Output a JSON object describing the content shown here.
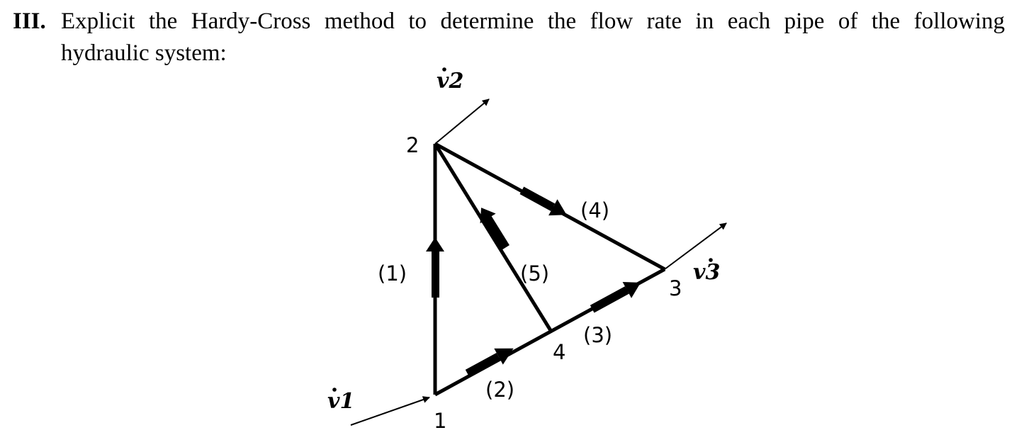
{
  "question": {
    "number": "III.",
    "line1": "Explicit the Hardy-Cross method to determine the flow rate in each pipe of the following",
    "line2": "hydraulic system:"
  },
  "diagram": {
    "nodes": [
      "1",
      "2",
      "3",
      "4"
    ],
    "pipes": [
      "(1)",
      "(2)",
      "(3)",
      "(4)",
      "(5)"
    ],
    "flows": [
      {
        "var": "v",
        "num": "1"
      },
      {
        "var": "v",
        "num": "2"
      },
      {
        "var": "v",
        "num": "3"
      }
    ]
  }
}
